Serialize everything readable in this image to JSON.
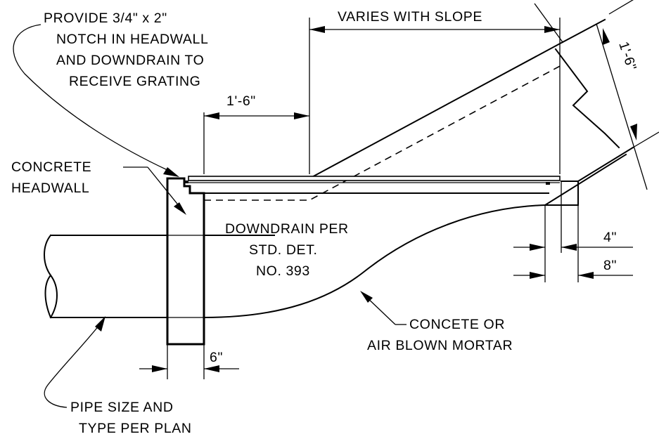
{
  "notes": {
    "notch_line1": "PROVIDE 3/4\" x 2\"",
    "notch_line2": "NOTCH IN HEADWALL",
    "notch_line3": "AND DOWNDRAIN TO",
    "notch_line4": "RECEIVE GRATING",
    "headwall_line1": "CONCRETE",
    "headwall_line2": "HEADWALL",
    "downdrain_line1": "DOWNDRAIN PER",
    "downdrain_line2": "STD. DET.",
    "downdrain_line3": "NO. 393",
    "mortar_line1": "CONCETE OR",
    "mortar_line2": "AIR BLOWN MORTAR",
    "pipe_line1": "PIPE SIZE AND",
    "pipe_line2": "TYPE PER PLAN"
  },
  "dimensions": {
    "varies": "VARIES WITH SLOPE",
    "grating_overlap": "1'-6\"",
    "slope_width": "1'-6\"",
    "wall_thickness": "6\"",
    "cutoff_step": "4\"",
    "cutoff_width": "8\""
  }
}
